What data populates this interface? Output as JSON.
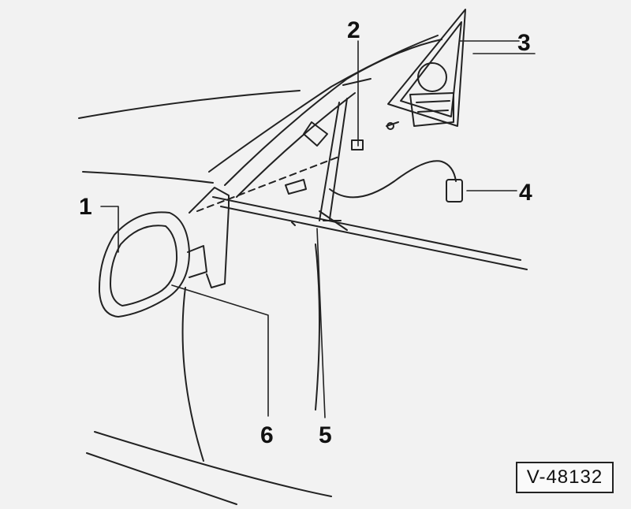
{
  "figure": {
    "reference_code": "V-48132",
    "callouts": [
      {
        "id": "1",
        "label": "1"
      },
      {
        "id": "2",
        "label": "2"
      },
      {
        "id": "3",
        "label": "3"
      },
      {
        "id": "4",
        "label": "4"
      },
      {
        "id": "5",
        "label": "5"
      },
      {
        "id": "6",
        "label": "6"
      }
    ],
    "colors": {
      "background": "#f2f2f2",
      "line": "#222222"
    }
  }
}
